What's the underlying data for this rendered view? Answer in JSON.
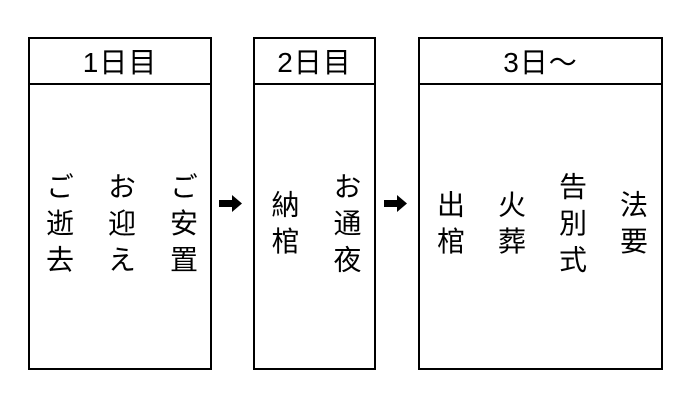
{
  "stages": [
    {
      "title": "1日目",
      "items": [
        "ご逝去",
        "お迎え",
        "ご安置"
      ]
    },
    {
      "title": "2日目",
      "items": [
        "納棺",
        "お通夜"
      ]
    },
    {
      "title": "3日〜",
      "items": [
        "出棺",
        "火葬",
        "告別式",
        "法要"
      ]
    }
  ],
  "arrow_icon": "right-arrow",
  "colors": {
    "background": "#ffffff",
    "line": "#000000",
    "text": "#000000"
  }
}
